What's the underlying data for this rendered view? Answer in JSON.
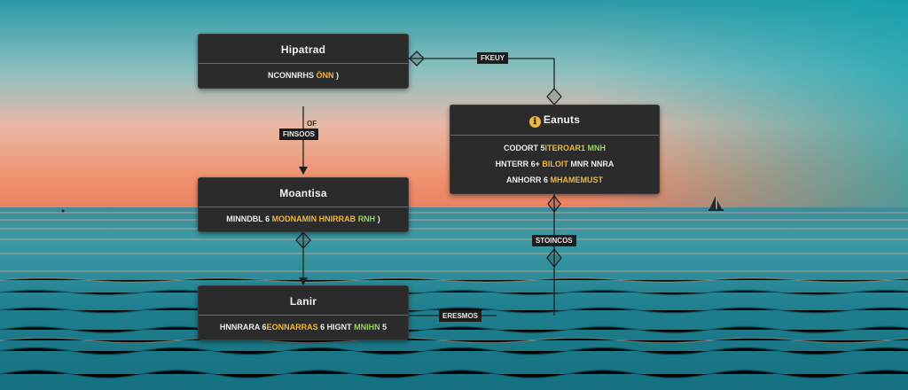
{
  "diagram": {
    "boxes": [
      {
        "id": "top-left",
        "title": "Hipatrad",
        "rows": [
          [
            [
              "NCONNRHS",
              "w"
            ],
            [
              " ÖNN",
              "y"
            ],
            [
              " )",
              "w"
            ]
          ]
        ]
      },
      {
        "id": "middle-left",
        "title": "Moantisa",
        "rows": [
          [
            [
              "MINNDBL",
              "w"
            ],
            [
              " 6 ",
              "w"
            ],
            [
              "MODNAMIN",
              "y"
            ],
            [
              "  ",
              "w"
            ],
            [
              "HNIRRAB",
              "y"
            ],
            [
              " ",
              "w"
            ],
            [
              "RNH",
              "g"
            ],
            [
              " )",
              "w"
            ]
          ]
        ]
      },
      {
        "id": "bottom-left",
        "title": "Lanir",
        "rows": [
          [
            [
              "HNNRARA",
              "w"
            ],
            [
              " 6",
              "w"
            ],
            [
              "EONNARRAS",
              "y"
            ],
            [
              " 6 ",
              "w"
            ],
            [
              "HIGNT",
              "w"
            ],
            [
              " MNIHN",
              "g"
            ],
            [
              " 5",
              "w"
            ]
          ]
        ]
      },
      {
        "id": "right",
        "title": "Eanuts",
        "badge": "ℹ",
        "rows": [
          [
            [
              "CODORT",
              "w"
            ],
            [
              " 5",
              "w"
            ],
            [
              "ITEROAR1",
              "y"
            ],
            [
              " MNH",
              "g"
            ]
          ],
          [
            [
              "HNTERR",
              "w"
            ],
            [
              " 6+",
              "w"
            ],
            [
              " BILOIT",
              "y"
            ],
            [
              " MNR",
              "w"
            ],
            [
              " NNRA",
              "w"
            ]
          ],
          [
            [
              "ANHORR",
              "w"
            ],
            [
              " 6",
              "w"
            ],
            [
              " MHAMEMUST",
              "y"
            ]
          ]
        ]
      }
    ],
    "labels": [
      {
        "id": "label-fkeuy",
        "text": "FKEUY"
      },
      {
        "id": "label-of",
        "text": "OF"
      },
      {
        "id": "label-finsoos",
        "text": "FINSOOS"
      },
      {
        "id": "label-stoincos",
        "text": "STOINCOS"
      },
      {
        "id": "label-eresmos",
        "text": "ERESMOS"
      }
    ]
  }
}
